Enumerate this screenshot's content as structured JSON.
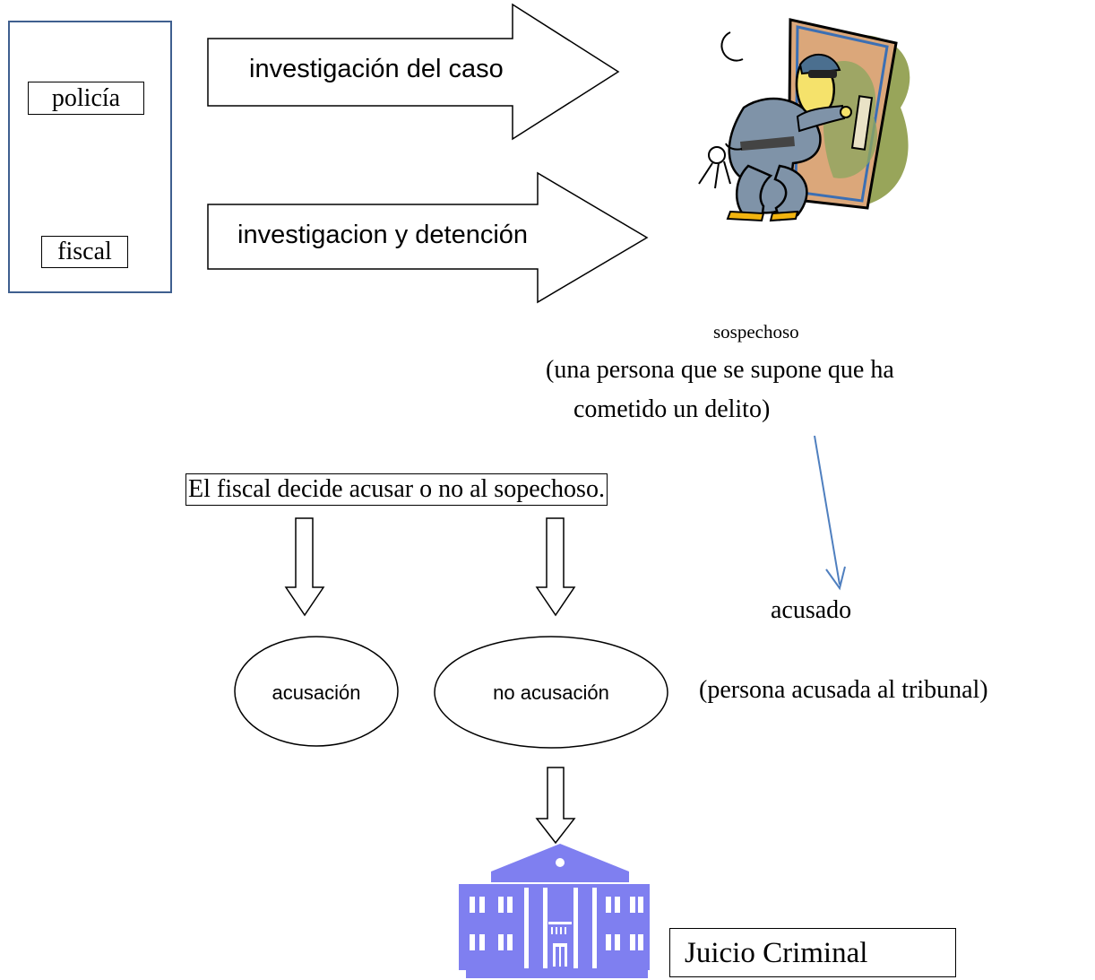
{
  "actors": {
    "police": "policía",
    "prosecutor": "fiscal"
  },
  "arrows": {
    "investigation": "investigación del caso",
    "detention": "investigacion y detención"
  },
  "suspect": {
    "label": "sospechoso",
    "definition_line1": "(una persona que se supone que ha",
    "definition_line2": "cometido un delito)"
  },
  "decision": "El fiscal decide acusar o no al sopechoso.",
  "outcomes": {
    "accusation": "acusación",
    "no_accusation": "no acusación"
  },
  "accused": {
    "label": "acusado",
    "definition": "(persona acusada al tribunal)"
  },
  "trial": "Juicio Criminal",
  "colors": {
    "panel_border": "#3f5f8f",
    "connector": "#4f7fbf",
    "courthouse": "#7f7ff0",
    "moon": "#ffe000"
  },
  "icons": {
    "burglar": "burglar-clipart-icon",
    "courthouse": "courthouse-icon"
  }
}
